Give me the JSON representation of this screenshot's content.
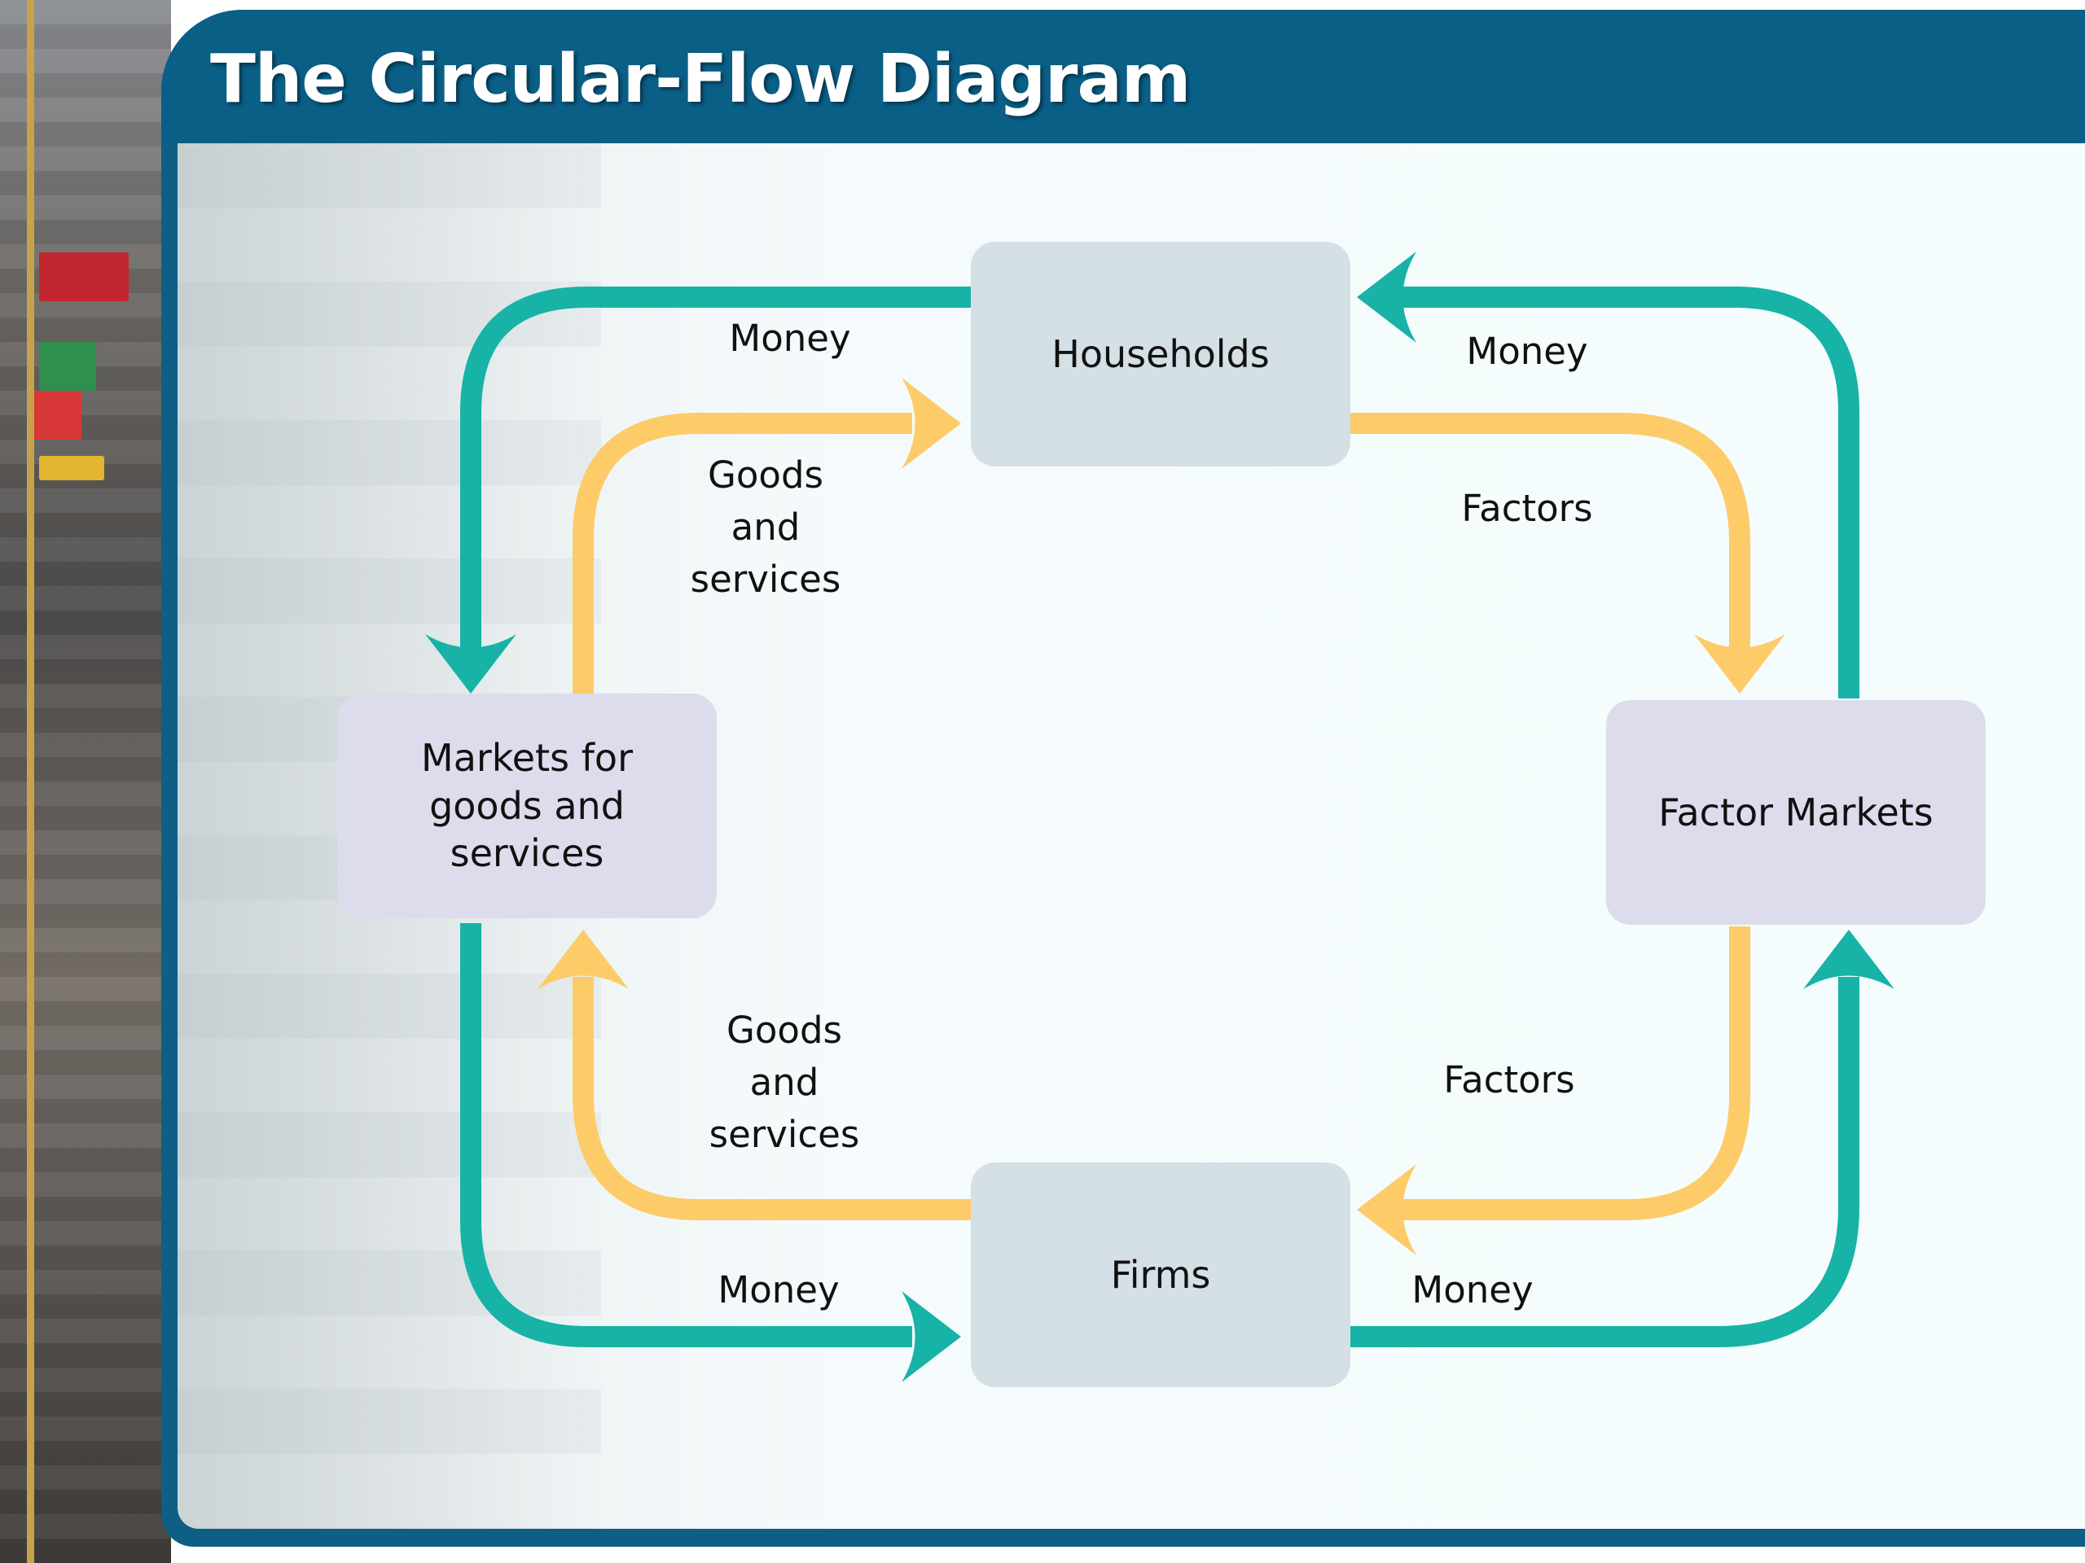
{
  "slide": {
    "title": "The Circular-Flow Diagram"
  },
  "colors": {
    "money_flow": "#16b3a6",
    "goods_factors_flow": "#fdcb68",
    "title_bar": "#0a5f87",
    "node_households_firms": "#d5dfe6",
    "node_markets": "#dddcec"
  },
  "nodes": {
    "households": "Households",
    "firms": "Firms",
    "goods_markets": "Markets for\ngoods and\nservices",
    "factor_markets": "Factor Markets"
  },
  "flow_labels": {
    "money_top_left": "Money",
    "money_top_right": "Money",
    "money_bottom_left": "Money",
    "money_bottom_right": "Money",
    "goods_top": "Goods\nand\nservices",
    "goods_bottom": "Goods\nand\nservices",
    "factors_top": "Factors",
    "factors_bottom": "Factors"
  }
}
